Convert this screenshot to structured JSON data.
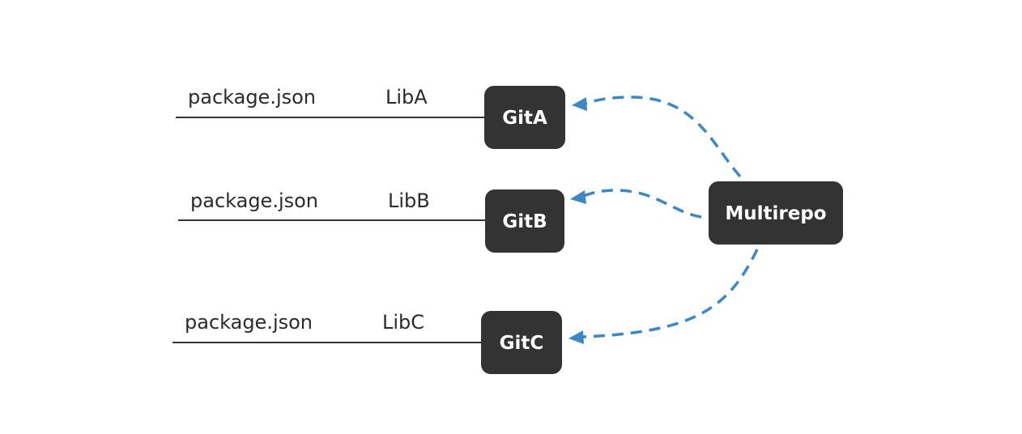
{
  "rows": [
    {
      "file": "package.json",
      "lib": "LibA",
      "git": "GitA"
    },
    {
      "file": "package.json",
      "lib": "LibB",
      "git": "GitB"
    },
    {
      "file": "package.json",
      "lib": "LibC",
      "git": "GitC"
    }
  ],
  "hub": {
    "label": "Multirepo"
  },
  "colors": {
    "node_fill": "#333333",
    "node_text": "#ffffff",
    "arrow": "#3d87c9",
    "line": "#333333",
    "text": "#2b2b2b"
  }
}
